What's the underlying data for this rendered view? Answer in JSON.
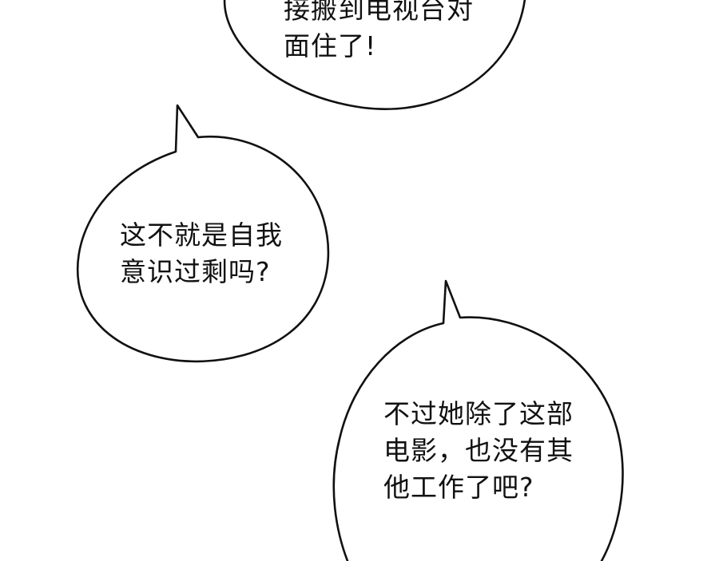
{
  "panel": {
    "background_color": "#ffffff",
    "ink_color": "#111111"
  },
  "bubbles": [
    {
      "lines": [
        "接搬到电视台对",
        "面住了!"
      ]
    },
    {
      "lines": [
        "这不就是自我",
        "意识过剩吗?"
      ]
    },
    {
      "lines": [
        "不过她除了这部",
        "电影，也没有其",
        "他工作了吧?"
      ]
    }
  ]
}
